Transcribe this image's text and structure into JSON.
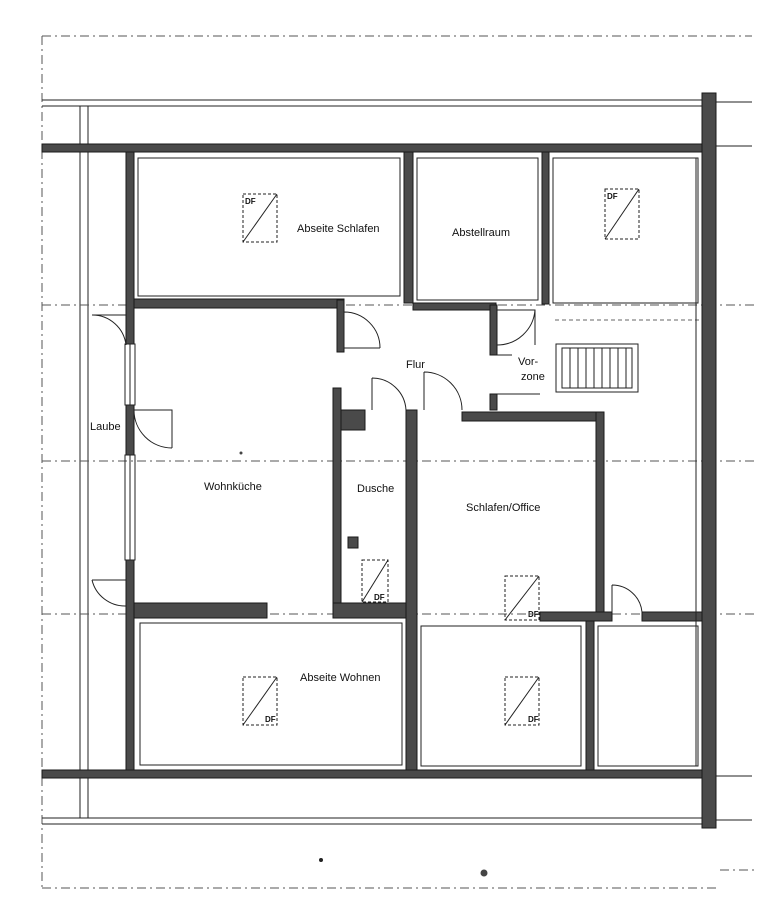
{
  "rooms": {
    "abseite_schlafen": "Abseite Schlafen",
    "abstellraum": "Abstellraum",
    "flur": "Flur",
    "vorzone_line1": "Vor-",
    "vorzone_line2": "zone",
    "laube": "Laube",
    "wohnkueche": "Wohnküche",
    "dusche": "Dusche",
    "schlafen_office": "Schlafen/Office",
    "abseite_wohnen": "Abseite Wohnen"
  },
  "skylight_label": "DF",
  "colors": {
    "wall": "#4a4a4a",
    "line": "#222222",
    "background": "#ffffff"
  }
}
